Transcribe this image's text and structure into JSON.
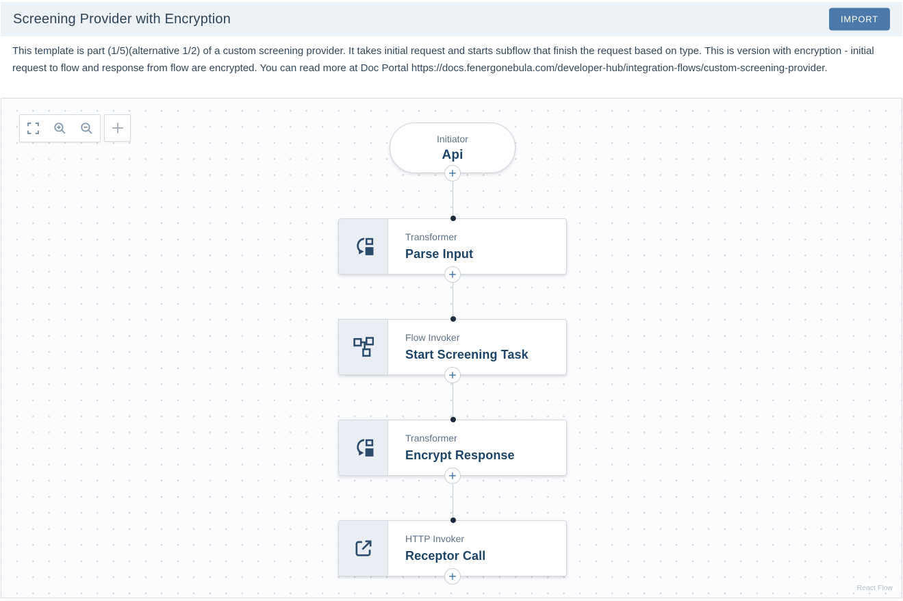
{
  "header": {
    "title": "Screening Provider with Encryption",
    "import_label": "IMPORT"
  },
  "description": "This template is part (1/5)(alternative 1/2) of a custom screening provider. It takes initial request and starts subflow that finish the request based on type. This is version with encryption - initial request to flow and response from flow are encrypted. You can read more at Doc Portal https://docs.fenergonebula.com/developer-hub/integration-flows/custom-screening-provider.",
  "canvas": {
    "controls": {
      "buttons": [
        "fit-view-icon",
        "zoom-in-icon",
        "zoom-out-icon"
      ],
      "add_button": "add-node-icon"
    },
    "nodes": [
      {
        "id": "initiator",
        "shape": "pill",
        "type_label": "Initiator",
        "name": "Api",
        "icon": null
      },
      {
        "id": "parse-input",
        "shape": "card",
        "type_label": "Transformer",
        "name": "Parse Input",
        "icon": "transformer-icon"
      },
      {
        "id": "start-screening-task",
        "shape": "card",
        "type_label": "Flow Invoker",
        "name": "Start Screening Task",
        "icon": "flow-invoker-icon"
      },
      {
        "id": "encrypt-response",
        "shape": "card",
        "type_label": "Transformer",
        "name": "Encrypt Response",
        "icon": "transformer-icon"
      },
      {
        "id": "receptor-call",
        "shape": "card",
        "type_label": "HTTP Invoker",
        "name": "Receptor Call",
        "icon": "http-invoker-icon"
      }
    ],
    "edges": [
      {
        "from": "initiator",
        "to": "parse-input"
      },
      {
        "from": "parse-input",
        "to": "start-screening-task"
      },
      {
        "from": "start-screening-task",
        "to": "encrypt-response"
      },
      {
        "from": "encrypt-response",
        "to": "receptor-call"
      }
    ],
    "attribution": "React Flow"
  },
  "colors": {
    "accent": "#4b7aa9",
    "header_bg": "#edf2f7",
    "node_name": "#1e4467",
    "node_type_label": "#5f7389",
    "node_icon": "#2d4c6b",
    "icon_panel_bg": "#e9eef4",
    "edge": "#c8cdd3",
    "canvas_bg": "#fbfcfe"
  }
}
